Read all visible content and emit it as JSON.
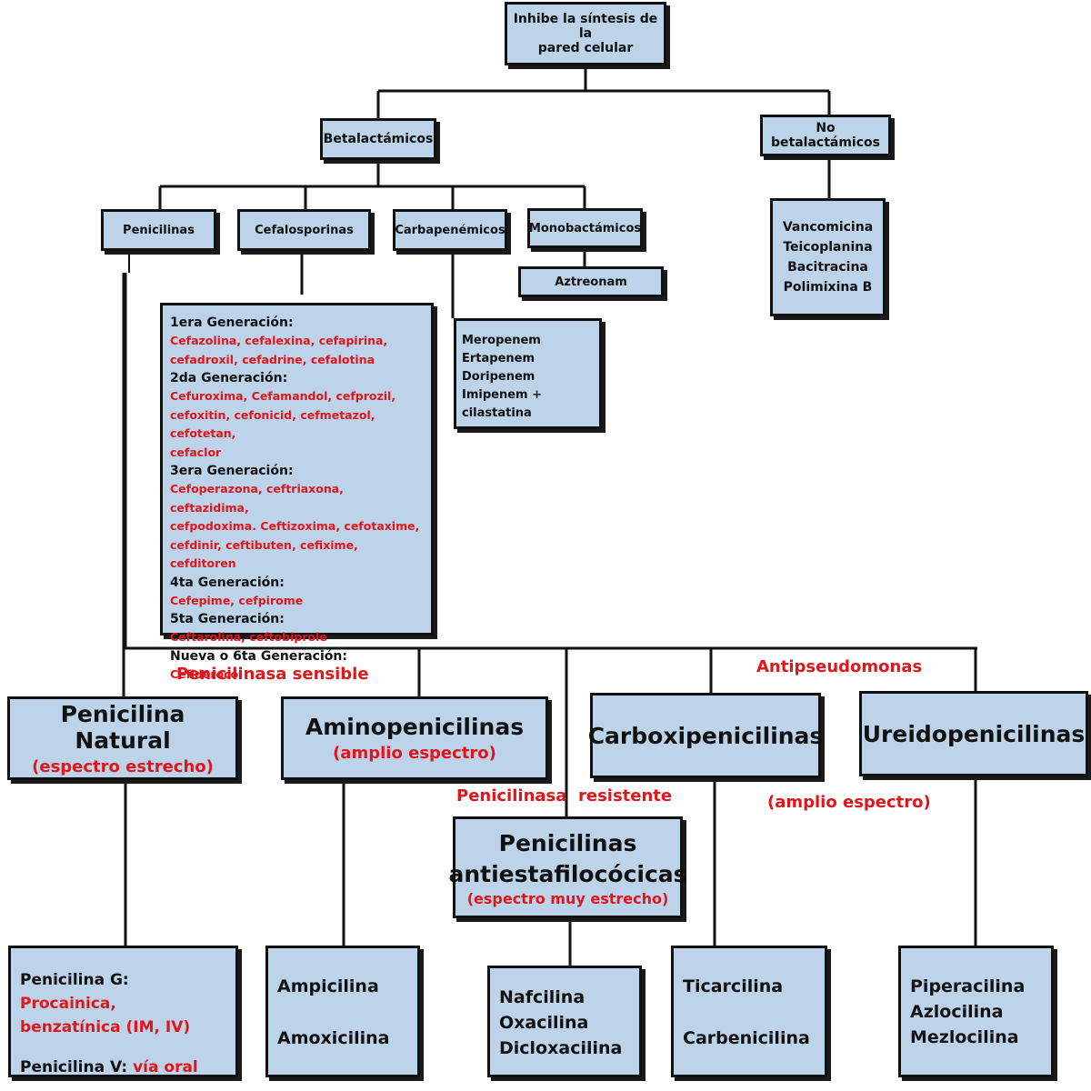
{
  "root": {
    "line1": "Inhibe la síntesis de la",
    "line2": "pared celular"
  },
  "beta": {
    "label": "Betalactámicos"
  },
  "nobeta": {
    "label": "No betalactámicos",
    "drugs": [
      "Vancomicina",
      "Teicoplanina",
      "Bacitracina",
      "Polimixina B"
    ]
  },
  "classes": {
    "penicilinas": "Penicilinas",
    "cefalosporinas": "Cefalosporinas",
    "carbapenemicos": "Carbapenémicos",
    "monobactamicos": "Monobactámicos"
  },
  "aztreonam": "Aztreonam",
  "carbapenem_drugs": [
    "Meropenem",
    "Ertapenem",
    "Doripenem",
    "Imipenem + cilastatina"
  ],
  "cephalosporins": [
    {
      "gen": "1era Generación:",
      "drugs": [
        "Cefazolina, cefalexina, cefapirina,",
        "cefadroxil, cefadrine, cefalotina"
      ]
    },
    {
      "gen": "2da Generación:",
      "drugs": [
        "Cefuroxima, Cefamandol, cefprozil,",
        "cefoxitin, cefonicid, cefmetazol, cefotetan,",
        "cefaclor"
      ]
    },
    {
      "gen": "3era Generación:",
      "drugs": [
        "Cefoperazona, ceftriaxona, ceftazidima,",
        "cefpodoxima. Ceftizoxima, cefotaxime,",
        "cefdinir, ceftibuten, cefixime, cefditoren"
      ]
    },
    {
      "gen": "4ta Generación:",
      "drugs": [
        "Cefepime, cefpirome"
      ]
    },
    {
      "gen": "5ta Generación:",
      "drugs": [
        "Ceftarolina, ceftobiprole"
      ]
    },
    {
      "gen": "Nueva o 6ta Generación:",
      "drugs": [
        "Cefiderocol"
      ]
    }
  ],
  "labels": {
    "penicilinasa_sensible": "Penicilinasa sensible",
    "antipseudomonas": "Antipseudomonas",
    "penicilinasa": "Penicilinasa",
    "resistente": "resistente",
    "amplio_espectro": "(amplio espectro)"
  },
  "penicillin_groups": {
    "natural": {
      "title": "Penicilina Natural",
      "sub": "(espectro estrecho)"
    },
    "amino": {
      "title": "Aminopenicilinas",
      "sub": "(amplio espectro)"
    },
    "carboxi": {
      "title": "Carboxipenicilinas"
    },
    "ureido": {
      "title": "Ureidopenicilinas"
    },
    "antiestaf": {
      "line1": "Penicilinas",
      "line2": "antiestafilocócicas",
      "sub": "(espectro muy estrecho)"
    }
  },
  "examples": {
    "natural": {
      "g_label": "Penicilina G: ",
      "g_red1": "Procainica,",
      "g_red2": "benzatínica (IM, IV)",
      "v_label": "Penicilina V: ",
      "v_red": "vía oral"
    },
    "amino": [
      "Ampicilina",
      "Amoxicilina"
    ],
    "antiestaf": [
      "Nafcilina",
      "Oxacilina",
      "Dicloxacilina"
    ],
    "carboxi": [
      "Ticarcilina",
      "Carbenicilina"
    ],
    "ureido": [
      "Piperacilina",
      "Azlocilina",
      "Mezlocilina"
    ]
  },
  "colors": {
    "box_fill": "#bcd3ea",
    "border": "#111111",
    "accent_red": "#e0161b"
  }
}
